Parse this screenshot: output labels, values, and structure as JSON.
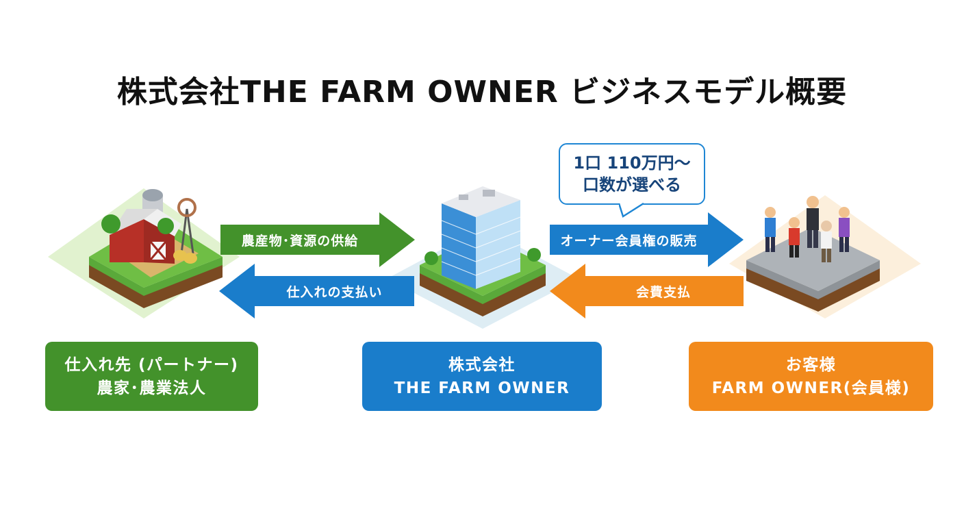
{
  "title": "株式会社THE FARM OWNER ビジネスモデル概要",
  "arrows": {
    "supply": "農産物･資源の供給",
    "purchase_payment": "仕入れの支払い",
    "membership_sale": "オーナー会員権の販売",
    "fee_payment": "会費支払"
  },
  "bubble": {
    "line1": "1口 110万円～",
    "line2": "口数が選べる"
  },
  "entities": {
    "partner": {
      "line1": "仕入れ先 (パートナー)",
      "line2": "農家･農業法人"
    },
    "company": {
      "line1": "株式会社",
      "line2": "THE FARM OWNER"
    },
    "customer": {
      "line1": "お客様",
      "line2": "FARM OWNER(会員様)"
    }
  },
  "colors": {
    "green": "#43922b",
    "blue": "#1a7dcb",
    "orange": "#f28a1c"
  }
}
